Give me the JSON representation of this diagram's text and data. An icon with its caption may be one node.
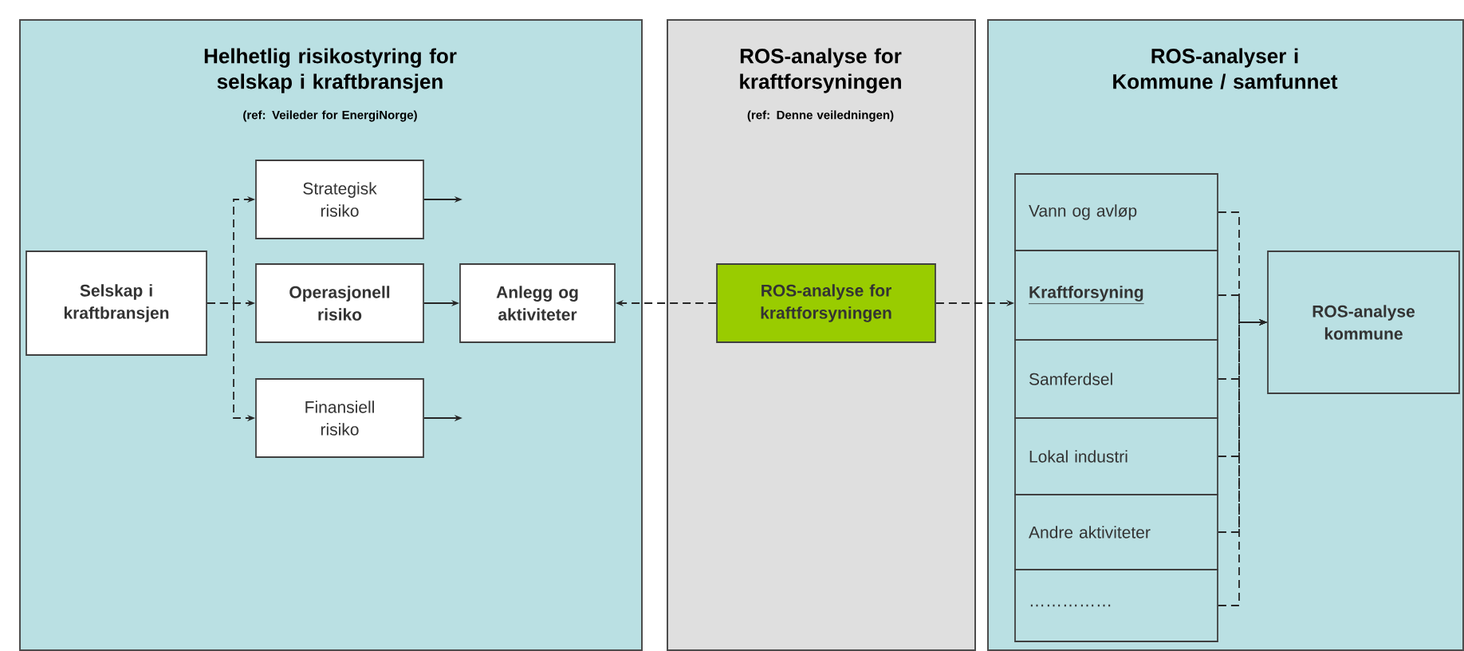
{
  "diagram": {
    "nodes": [
      {
        "text": [
          "Helhetlig risikostyring for selskap i kraftbransjen",
          "(ref: Veileder for EnergiNorge)"
        ]
      },
      {
        "text": [
          "ROS-analyse for kraftforsyningen",
          "(ref: Denne veiledningen)"
        ]
      },
      {
        "text": [
          "ROS-analyser i Kommune / samfunnet"
        ]
      },
      {
        "text": [
          "Selskap i kraftbransjen"
        ],
        "in": 0
      },
      {
        "text": [
          "Strategisk risiko"
        ],
        "in": 0
      },
      {
        "text": [
          "Operasjonell risiko"
        ],
        "in": 0
      },
      {
        "text": [
          "Finansiell risiko"
        ],
        "in": 0
      },
      {
        "text": [
          "Anlegg og aktiviteter"
        ],
        "in": 0
      },
      {
        "text": [
          "ROS-analyse for kraftforsyningen"
        ],
        "in": 1
      },
      {
        "text": [
          "Vann og avløp"
        ],
        "in": 2
      },
      {
        "text": [
          "Kraftforsyning"
        ],
        "in": 2
      },
      {
        "text": [
          "Samferdsel"
        ],
        "in": 2
      },
      {
        "text": [
          "Lokal industri"
        ],
        "in": 2
      },
      {
        "text": [
          "Andre aktiviteter"
        ],
        "in": 2
      },
      {
        "text": [
          "……………"
        ],
        "in": 2
      },
      {
        "text": [
          "ROS-analyse kommune"
        ],
        "in": 2
      }
    ],
    "edges": [
      {
        "from": 3,
        "to": 4,
        "arrow": "to",
        "style": "dashed"
      },
      {
        "from": 3,
        "to": 5,
        "arrow": "to",
        "style": "dashed"
      },
      {
        "from": 3,
        "to": 6,
        "arrow": "to",
        "style": "dashed"
      },
      {
        "from": 4,
        "to": null,
        "arrow": "to"
      },
      {
        "from": 5,
        "to": 7,
        "arrow": "to"
      },
      {
        "from": 6,
        "to": null,
        "arrow": "to"
      },
      {
        "from": 8,
        "to": 7,
        "arrow": "to",
        "style": "dashed"
      },
      {
        "from": 8,
        "to": 10,
        "arrow": "to",
        "style": "dashed"
      },
      {
        "from": 9,
        "to": 15,
        "arrow": "to",
        "style": "dashed"
      },
      {
        "from": 10,
        "to": 15,
        "arrow": "to",
        "style": "dashed"
      },
      {
        "from": 11,
        "to": 15,
        "arrow": "to",
        "style": "dashed"
      },
      {
        "from": 12,
        "to": 15,
        "arrow": "to",
        "style": "dashed"
      },
      {
        "from": 13,
        "to": 15,
        "arrow": "to",
        "style": "dashed"
      },
      {
        "from": 14,
        "to": 15,
        "arrow": "to",
        "style": "dashed"
      }
    ]
  }
}
